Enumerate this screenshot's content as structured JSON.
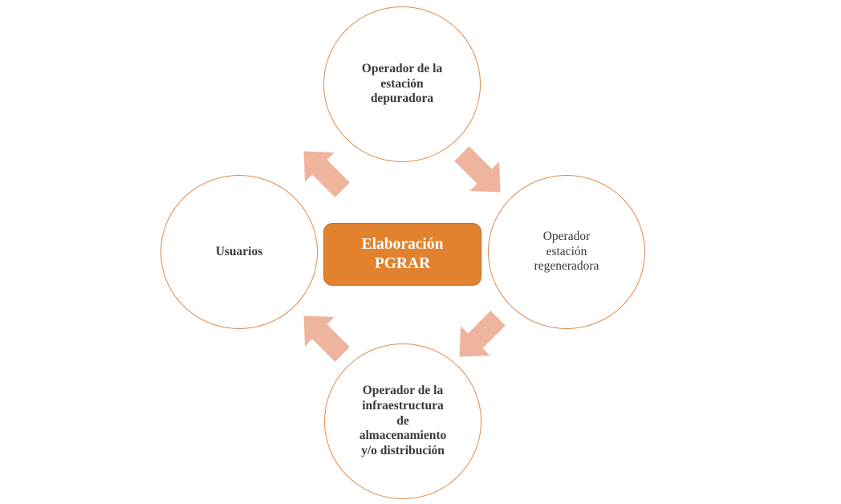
{
  "diagram": {
    "type": "cycle-diagram",
    "title": "Elaboración PGRAR",
    "background_color": "#FFFFFF",
    "colors": {
      "center_fill": "#E2822F",
      "center_border": "#C2651F",
      "center_text": "#FFFFFF",
      "circle_stroke": "#DD8B4E",
      "circle_fill": "#FFFFFF",
      "node_text": "#3B3838",
      "arrow_fill": "#EFB49D"
    },
    "center": {
      "label": "Elaboración\nPGRAR",
      "line1": "Elaboración",
      "line2": "PGRAR"
    },
    "nodes": [
      {
        "id": "top",
        "position": "top",
        "label": "Operador de la\nestación\ndepuradora",
        "bold": true
      },
      {
        "id": "right",
        "position": "right",
        "label": "Operador\nestación\nregeneradora",
        "bold": false
      },
      {
        "id": "bottom",
        "position": "bottom",
        "label": "Operador de la\ninfraestructura\nde\nalmacenamiento\ny/o distribución",
        "bold": true
      },
      {
        "id": "left",
        "position": "left",
        "label": "Usuarios",
        "bold": true
      }
    ],
    "arrows": [
      {
        "id": "arrow-upper-left",
        "name": "arrow-to-top-node",
        "direction": "up-right",
        "from": "left-node",
        "to": "top-node"
      },
      {
        "id": "arrow-upper-right",
        "name": "arrow-to-right-node",
        "direction": "down-right",
        "from": "top-node",
        "to": "right-node"
      },
      {
        "id": "arrow-lower-right",
        "name": "arrow-to-bottom-node",
        "direction": "down-left",
        "from": "right-node",
        "to": "bottom-node"
      },
      {
        "id": "arrow-lower-left",
        "name": "arrow-to-left-node",
        "direction": "up-left",
        "from": "bottom-node",
        "to": "left-node"
      }
    ]
  }
}
